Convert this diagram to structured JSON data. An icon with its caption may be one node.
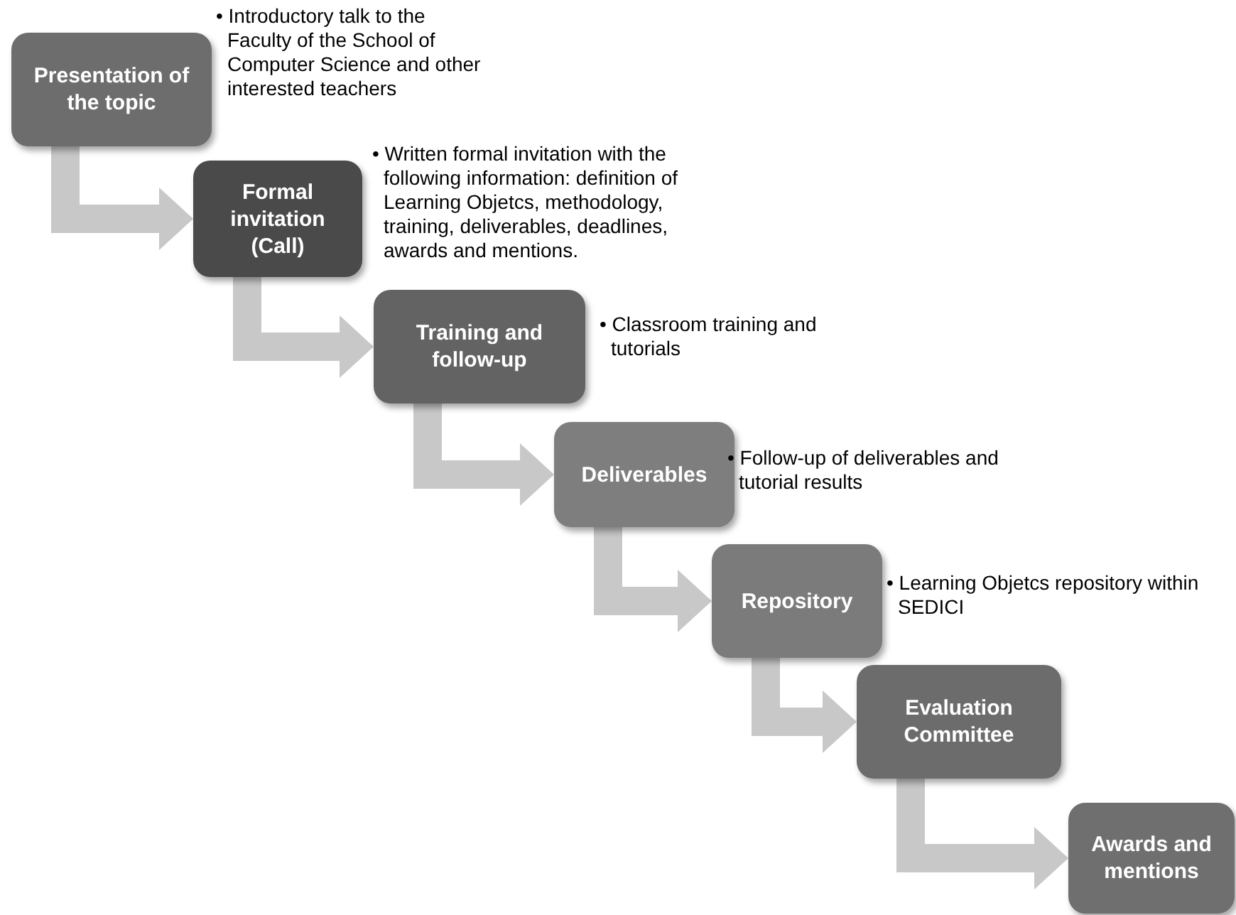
{
  "diagram": {
    "nodes": [
      {
        "text": [
          "Presentation of the topic"
        ],
        "beside": [
          "• Introductory talk to the Faculty of the School of Computer Science and other interested teachers"
        ]
      },
      {
        "text": [
          "Formal invitation (Call)"
        ],
        "beside": [
          "• Written formal invitation with the following information: definition of Learning Objetcs, methodology, training, deliverables, deadlines, awards and mentions."
        ]
      },
      {
        "text": [
          "Training and follow-up"
        ],
        "beside": [
          "• Classroom training and tutorials"
        ]
      },
      {
        "text": [
          "Deliverables"
        ],
        "beside": [
          "• Follow-up of deliverables and tutorial results"
        ]
      },
      {
        "text": [
          "Repository"
        ],
        "beside": [
          "• Learning Objetcs repository within SEDICI"
        ]
      },
      {
        "text": [
          "Evaluation Committee"
        ]
      },
      {
        "text": [
          "Awards and mentions"
        ]
      }
    ],
    "edges": [
      {
        "from": 0,
        "to": 1,
        "arrow": "to"
      },
      {
        "from": 1,
        "to": 2,
        "arrow": "to"
      },
      {
        "from": 2,
        "to": 3,
        "arrow": "to"
      },
      {
        "from": 3,
        "to": 4,
        "arrow": "to"
      },
      {
        "from": 4,
        "to": 5,
        "arrow": "to"
      },
      {
        "from": 5,
        "to": 6,
        "arrow": "to"
      }
    ]
  }
}
